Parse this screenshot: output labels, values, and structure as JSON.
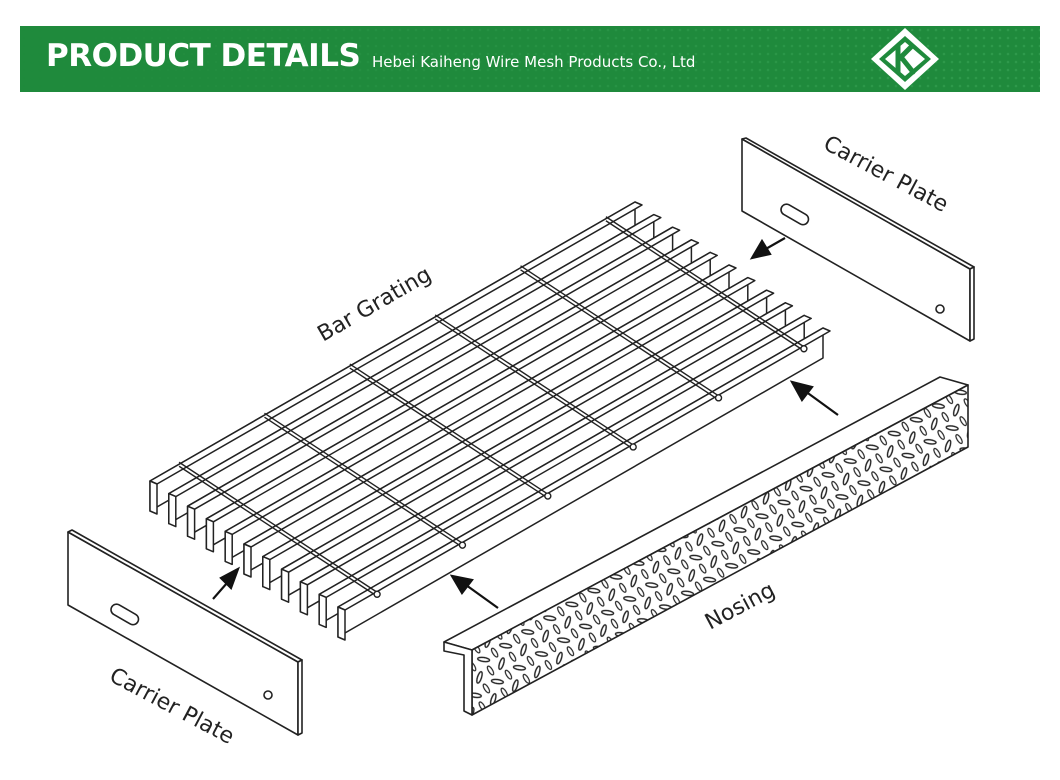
{
  "banner": {
    "title": "PRODUCT DETAILS",
    "company": "Hebei Kaiheng Wire Mesh Products Co., Ltd",
    "logo_letter": "K",
    "background_color": "#1f8a3c"
  },
  "diagram": {
    "labels": {
      "bar_grating": "Bar Grating",
      "carrier_plate_top": "Carrier Plate",
      "carrier_plate_bottom": "Carrier Plate",
      "nosing": "Nosing"
    },
    "line_color": "#222222"
  }
}
